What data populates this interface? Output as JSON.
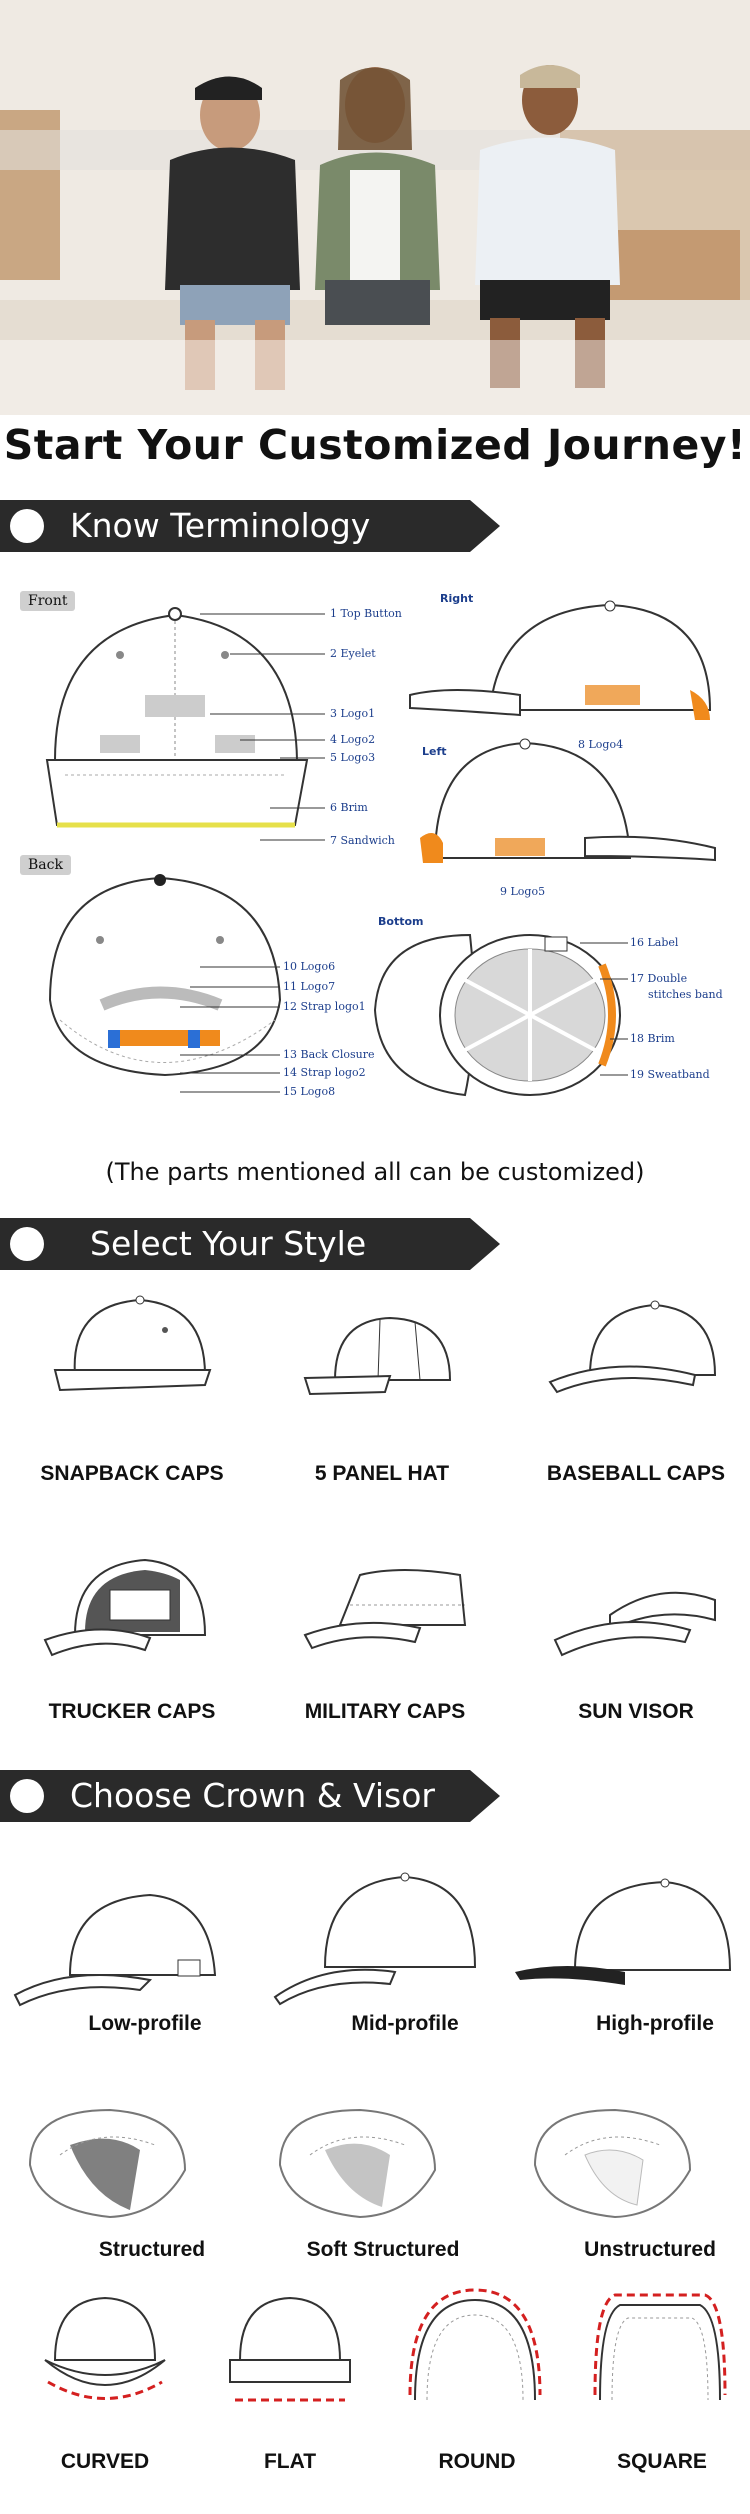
{
  "hero": {
    "title": "Start Your Customized Journey!"
  },
  "sections": {
    "terminology": "Know Terminology",
    "style": "Select Your Style",
    "crown": "Choose Crown & Visor"
  },
  "terminology": {
    "views": {
      "front": "Front",
      "back": "Back",
      "right": "Right",
      "left": "Left",
      "bottom": "Bottom"
    },
    "parts": {
      "p1": "1 Top Button",
      "p2": "2 Eyelet",
      "p3": "3 Logo1",
      "p4": "4 Logo2",
      "p5": "5 Logo3",
      "p6": "6 Brim",
      "p7": "7 Sandwich",
      "p8": "8 Logo4",
      "p9": "9 Logo5",
      "p10": "10 Logo6",
      "p11": "11 Logo7",
      "p12": "12 Strap logo1",
      "p13": "13 Back Closure",
      "p14": "14 Strap logo2",
      "p15": "15 Logo8",
      "p16": "16 Label",
      "p17a": "17 Double",
      "p17b": "stitches band",
      "p18": "18 Brim",
      "p19": "19 Sweatband"
    },
    "note": "(The parts mentioned all can be customized)"
  },
  "styles": [
    "SNAPBACK CAPS",
    "5 PANEL HAT",
    "BASEBALL CAPS",
    "TRUCKER CAPS",
    "MILITARY CAPS",
    "SUN VISOR"
  ],
  "profiles": [
    "Low-profile",
    "Mid-profile",
    "High-profile"
  ],
  "structures": [
    "Structured",
    "Soft Structured",
    "Unstructured"
  ],
  "visors": [
    "CURVED",
    "FLAT",
    "ROUND",
    "SQUARE"
  ],
  "colors": {
    "banner": "#2a2a2a",
    "orange": "#f08a1c",
    "accent_blue": "#1c3e8c",
    "sandwich": "#e6e04a",
    "red_dash": "#d42020"
  }
}
